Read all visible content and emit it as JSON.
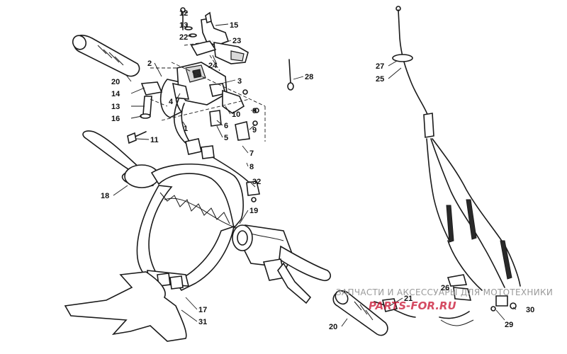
{
  "diagram": {
    "callouts": [
      {
        "id": "c12",
        "label": "12"
      },
      {
        "id": "c13a",
        "label": "13"
      },
      {
        "id": "c22",
        "label": "22"
      },
      {
        "id": "c15",
        "label": "15"
      },
      {
        "id": "c23",
        "label": "23"
      },
      {
        "id": "c24",
        "label": "24"
      },
      {
        "id": "c2",
        "label": "2"
      },
      {
        "id": "c3",
        "label": "3"
      },
      {
        "id": "c20a",
        "label": "20"
      },
      {
        "id": "c14",
        "label": "14"
      },
      {
        "id": "c13b",
        "label": "13"
      },
      {
        "id": "c16",
        "label": "16"
      },
      {
        "id": "c4",
        "label": "4"
      },
      {
        "id": "c10",
        "label": "10"
      },
      {
        "id": "c8a",
        "label": "8"
      },
      {
        "id": "c6",
        "label": "6"
      },
      {
        "id": "c1",
        "label": "1"
      },
      {
        "id": "c5",
        "label": "5"
      },
      {
        "id": "c9",
        "label": "9"
      },
      {
        "id": "c11",
        "label": "11"
      },
      {
        "id": "c7",
        "label": "7"
      },
      {
        "id": "c8b",
        "label": "8"
      },
      {
        "id": "c28",
        "label": "28"
      },
      {
        "id": "c27",
        "label": "27"
      },
      {
        "id": "c25",
        "label": "25"
      },
      {
        "id": "c32",
        "label": "32"
      },
      {
        "id": "c18",
        "label": "18"
      },
      {
        "id": "c19",
        "label": "19"
      },
      {
        "id": "c17",
        "label": "17"
      },
      {
        "id": "c31",
        "label": "31"
      },
      {
        "id": "c26",
        "label": "26"
      },
      {
        "id": "c21",
        "label": "21"
      },
      {
        "id": "c30",
        "label": "30"
      },
      {
        "id": "c29",
        "label": "29"
      },
      {
        "id": "c20b",
        "label": "20"
      }
    ]
  },
  "watermark": {
    "text": "ЗАПЧАСТИ И АКСЕССУАРЫ ДЛЯ МОТОТЕХНИКИ",
    "logo": "PARTS-FOR.RU"
  }
}
